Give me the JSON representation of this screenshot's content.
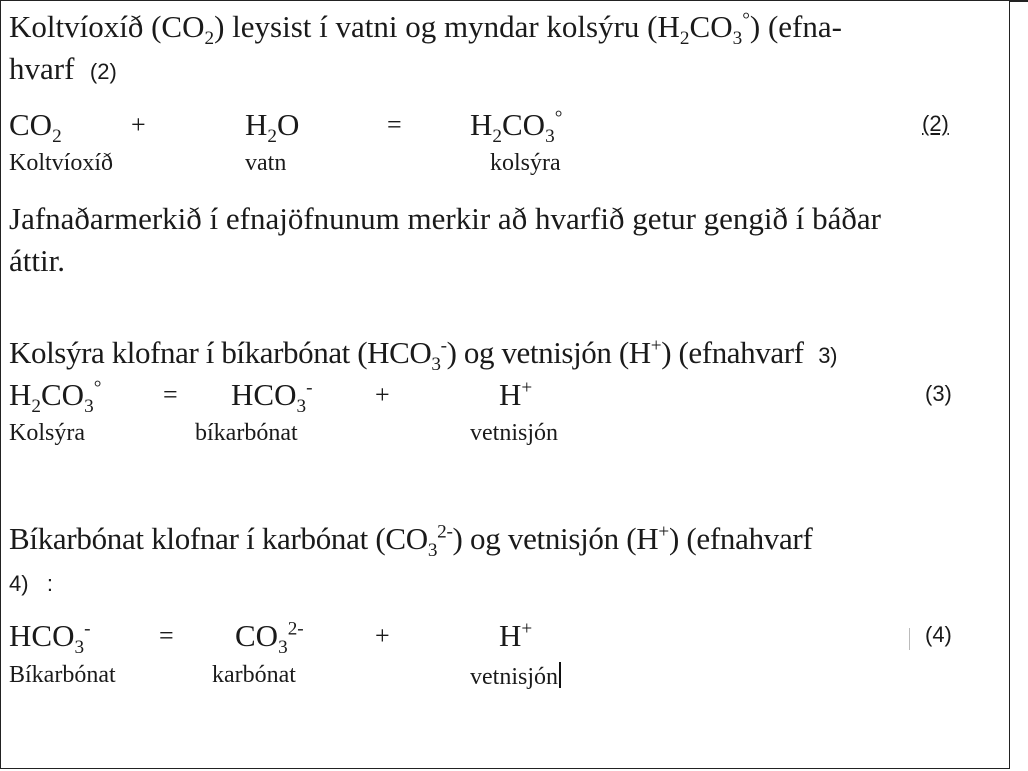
{
  "section1": {
    "intro_a": "Koltvíoxíð (CO",
    "intro_a_sub": "2",
    "intro_b": ") leysist í vatni og myndar kolsýru (H",
    "intro_b_sub": "2",
    "intro_c": "CO",
    "intro_c_sub": "3",
    "intro_c_sup": "°",
    "intro_d": ") (efna-",
    "intro_line2": "hvarf",
    "intro_line2_num": "(2)",
    "eq": {
      "t1": "CO",
      "t1_sub": "2",
      "plus": "+",
      "t2a": "H",
      "t2_sub": "2",
      "t2b": "O",
      "equals": "=",
      "t3a": "H",
      "t3_sub1": "2",
      "t3b": "CO",
      "t3_sub2": "3",
      "t3_sup": "°",
      "number": "(2)"
    },
    "names": [
      "Koltvíoxíð",
      "vatn",
      "kolsýra"
    ],
    "note_line1": "Jafnaðarmerkið í efnajöfnunum merkir að hvarfið getur gengið í báðar",
    "note_line2": "áttir."
  },
  "section2": {
    "intro_a": "Kolsýra klofnar í bíkarbónat (HCO",
    "intro_a_sub": "3",
    "intro_a_sup": "-",
    "intro_b": ") og vetnisjón (H",
    "intro_b_sup": "+",
    "intro_c": ") (efnahvarf",
    "intro_num": "3)",
    "eq": {
      "t1a": "H",
      "t1_sub1": "2",
      "t1b": "CO",
      "t1_sub2": "3",
      "t1_sup": "°",
      "equals": "=",
      "t2": "HCO",
      "t2_sub": "3",
      "t2_sup": "-",
      "plus": "+",
      "t3": "H",
      "t3_sup": "+",
      "number": "(3)"
    },
    "names": [
      "Kolsýra",
      "bíkarbónat",
      "vetnisjón"
    ]
  },
  "section3": {
    "intro_a": "Bíkarbónat klofnar í karbónat (CO",
    "intro_a_sub": "3",
    "intro_a_sup": "2-",
    "intro_b": ") og vetnisjón (H",
    "intro_b_sup": "+",
    "intro_c": ") (efnahvarf",
    "intro_line2": "4)   :",
    "eq": {
      "t1": "HCO",
      "t1_sub": "3",
      "t1_sup": "-",
      "equals": "=",
      "t2": "CO",
      "t2_sub": "3",
      "t2_sup": "2-",
      "plus": "+",
      "t3": "H",
      "t3_sup": "+",
      "number": "(4)"
    },
    "names": [
      "Bíkarbónat",
      "karbónat",
      "vetnisjón"
    ]
  }
}
